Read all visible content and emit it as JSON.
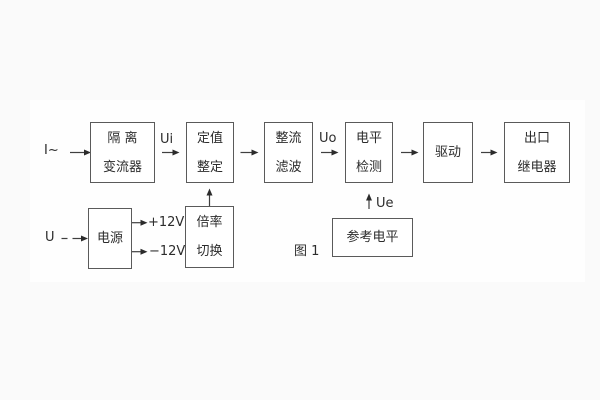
{
  "figure": {
    "caption": "图 1"
  },
  "labels": {
    "current_input": "I~",
    "voltage_input": "U",
    "ui": "Ui",
    "uo": "Uo",
    "ue": "Ue",
    "plus_12v": "+12V",
    "minus_12v": "−12V"
  },
  "blocks": {
    "isolation_transformer": {
      "line1": "隔 离",
      "line2": "变流器"
    },
    "value_setting": {
      "line1": "定值",
      "line2": "整定"
    },
    "rectifier_filter": {
      "line1": "整流",
      "line2": "滤波"
    },
    "level_detector": {
      "line1": "电平",
      "line2": "检测"
    },
    "driver": {
      "line1": "驱动"
    },
    "output_relay": {
      "line1": "出口",
      "line2": "继电器"
    },
    "power_supply": {
      "line1": "电源"
    },
    "ratio_switch": {
      "line1": "倍率",
      "line2": "切换"
    },
    "reference_level": {
      "line1": "参考电平"
    }
  },
  "colors": {
    "wire": "#3f3f3f",
    "arrowhead": "#2b2b2b",
    "box_border": "#5a5a5a",
    "text": "#2c2c2c",
    "page_background": "#fafafa",
    "panel_background": "#fefefe"
  }
}
